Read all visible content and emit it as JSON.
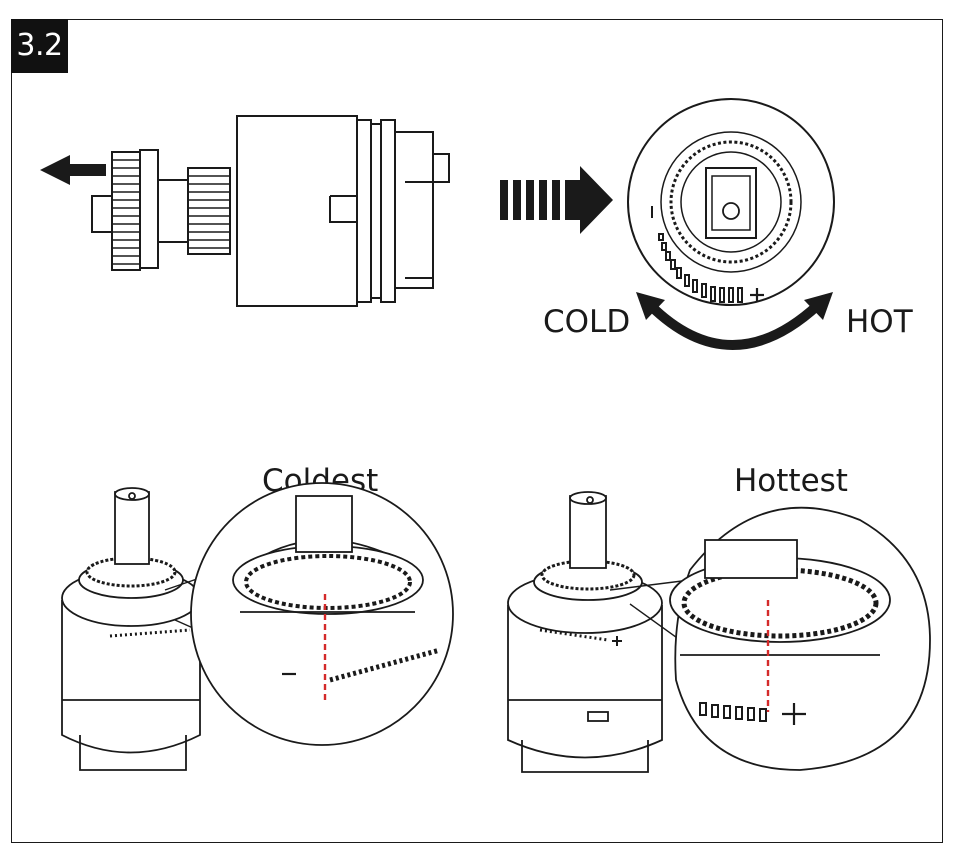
{
  "step_number": "3.2",
  "labels": {
    "cold": "COLD",
    "hot": "HOT",
    "coldest": "Coldest",
    "hottest": "Hottest"
  },
  "colors": {
    "line": "#1a1a1a",
    "badge": "#111111",
    "indicator": "#d42a2a"
  }
}
